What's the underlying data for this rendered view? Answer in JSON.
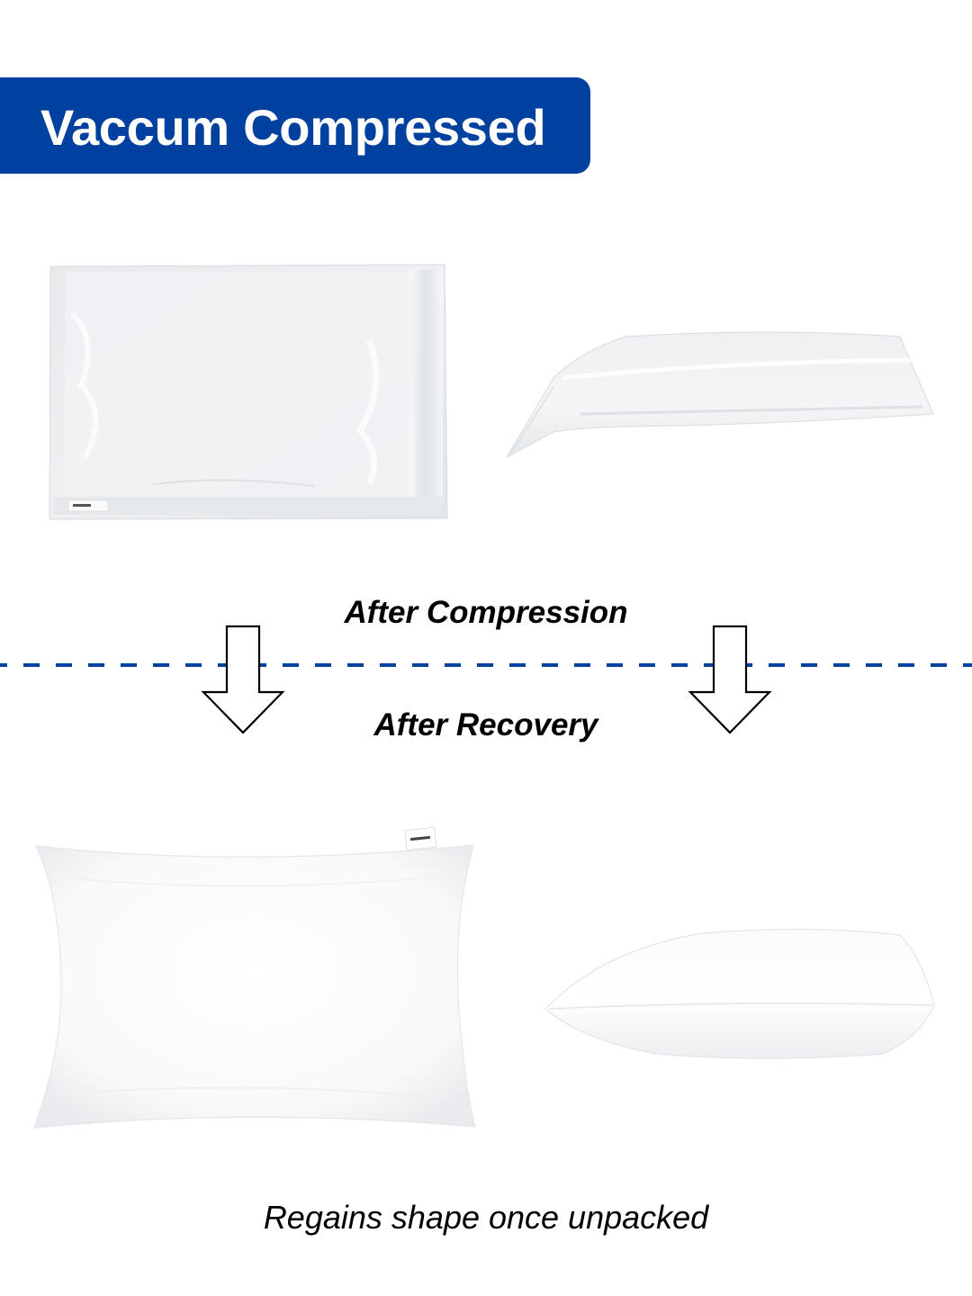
{
  "banner": {
    "title": "Vaccum Compressed",
    "color": "#0041a0"
  },
  "stages": {
    "compressed_label": "After Compression",
    "recovered_label": "After Recovery"
  },
  "images": {
    "compressed_front": "compressed-pillow-front-view",
    "compressed_side": "compressed-pillow-side-view",
    "recovered_front": "recovered-pillow-front-view",
    "recovered_side": "recovered-pillow-side-view"
  },
  "icons": {
    "arrow_left": "arrow-down-icon",
    "arrow_right": "arrow-down-icon"
  },
  "divider": {
    "style": "dashed",
    "color": "#0041a0"
  },
  "caption": "Regains shape once unpacked"
}
